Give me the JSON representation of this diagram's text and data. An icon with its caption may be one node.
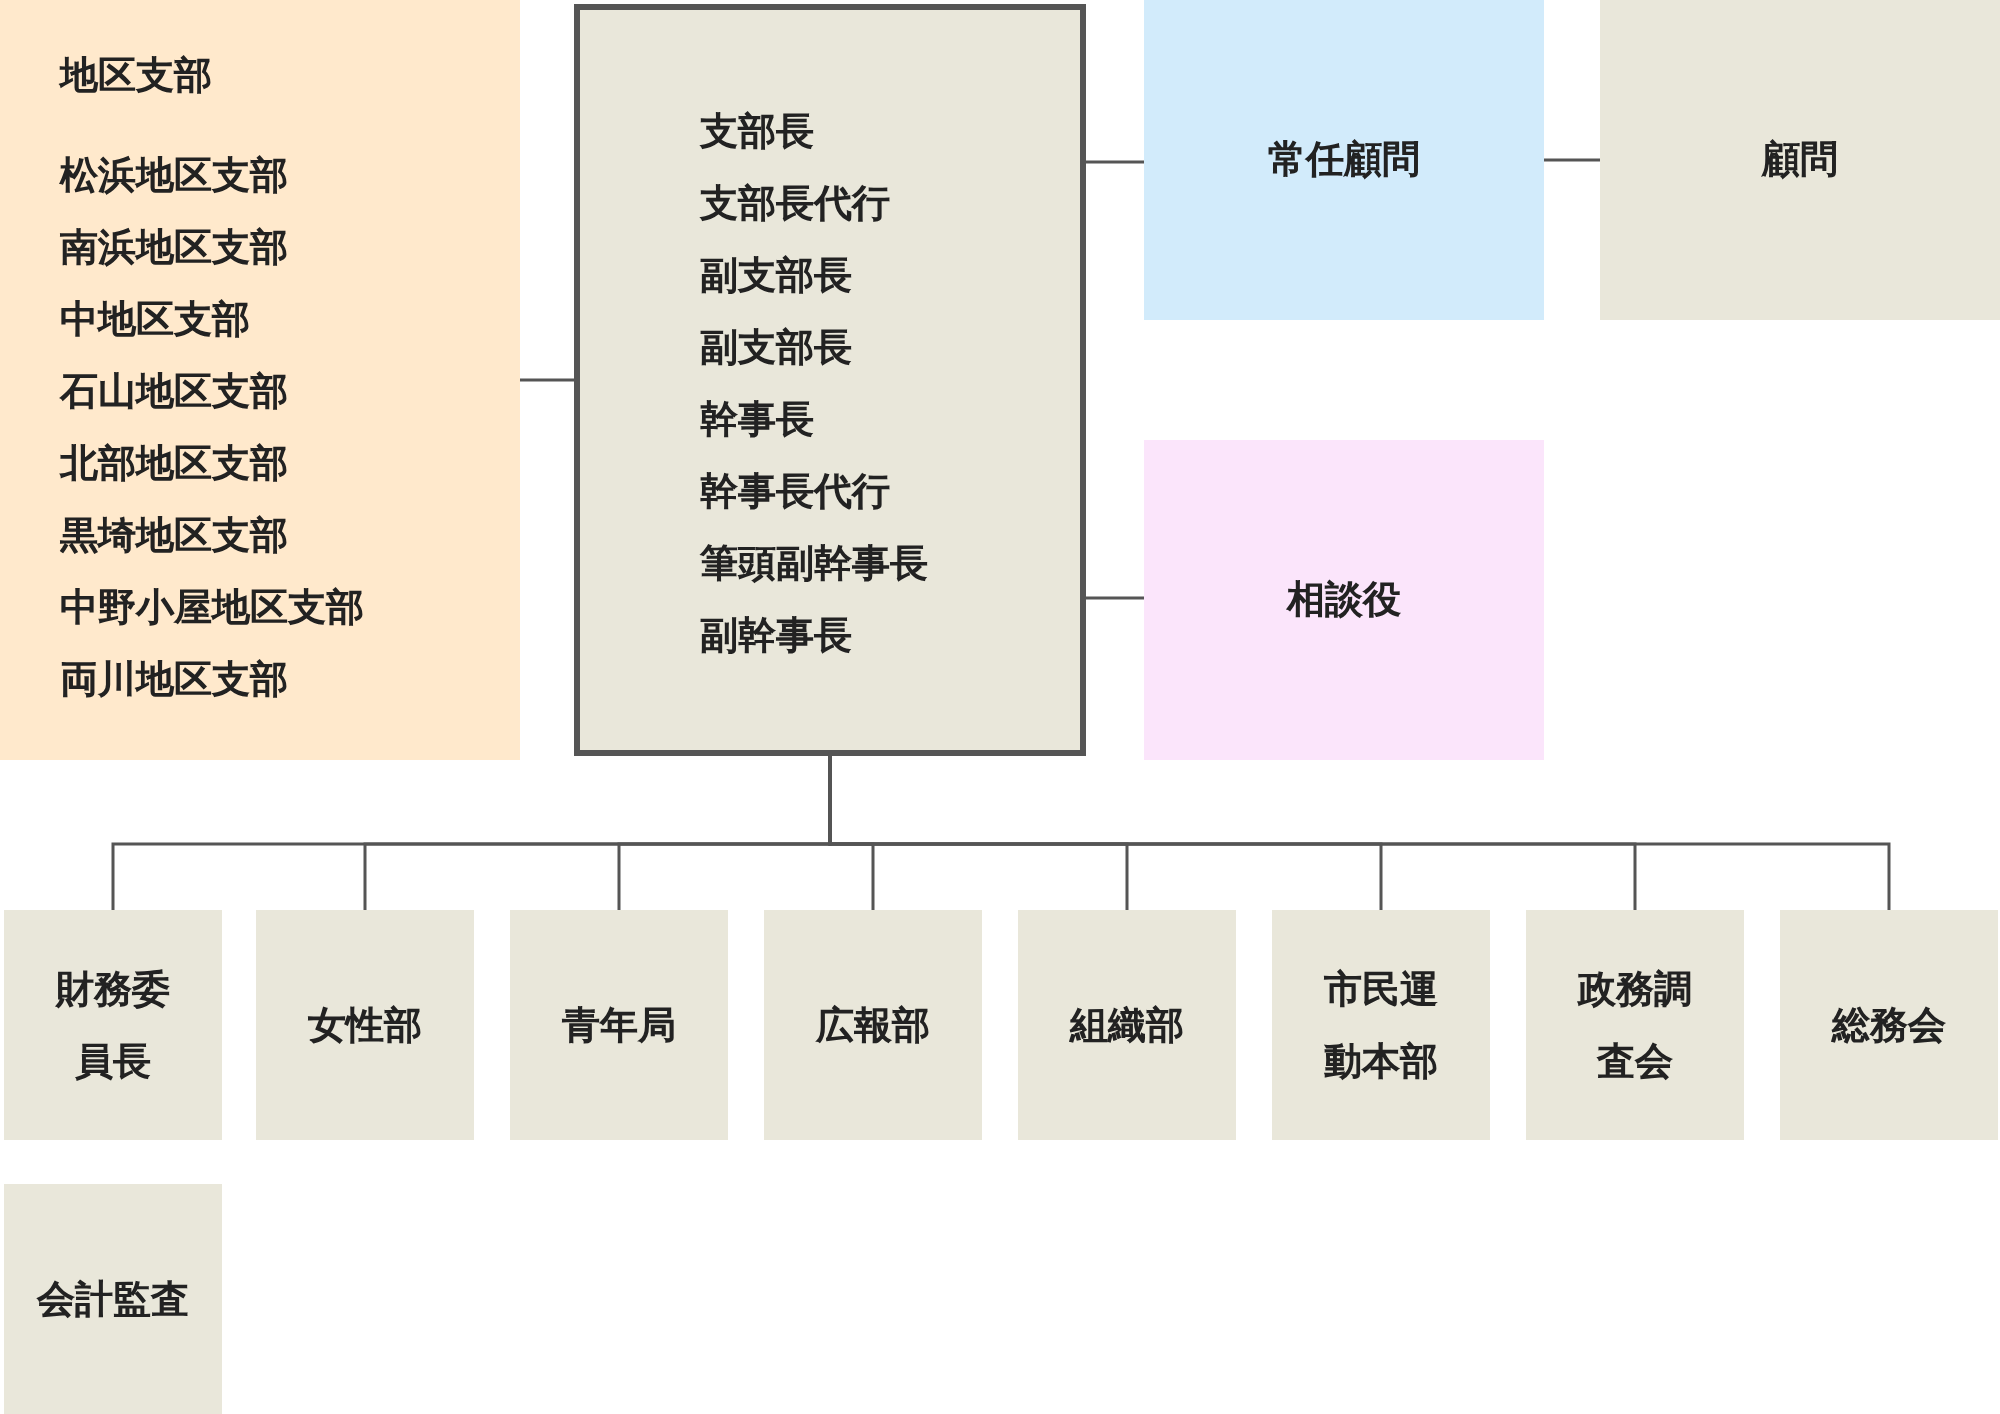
{
  "diagram": {
    "nodes": [
      {
        "text": [
          "地区支部",
          "松浜地区支部",
          "南浜地区支部",
          "中地区支部",
          "石山地区支部",
          "北部地区支部",
          "黒埼地区支部",
          "中野小屋地区支部",
          "両川地区支部"
        ]
      },
      {
        "text": [
          "支部長",
          "支部長代行",
          "副支部長",
          "副支部長",
          "幹事長",
          "幹事長代行",
          "筆頭副幹事長",
          "副幹事長"
        ]
      },
      {
        "text": [
          "常任顧問"
        ]
      },
      {
        "text": [
          "顧問"
        ]
      },
      {
        "text": [
          "相談役"
        ]
      },
      {
        "text": [
          "財務委員長"
        ]
      },
      {
        "text": [
          "女性部"
        ]
      },
      {
        "text": [
          "青年局"
        ]
      },
      {
        "text": [
          "広報部"
        ]
      },
      {
        "text": [
          "組織部"
        ]
      },
      {
        "text": [
          "市民運動本部"
        ]
      },
      {
        "text": [
          "政務調査会"
        ]
      },
      {
        "text": [
          "総務会"
        ]
      },
      {
        "text": [
          "会計監査"
        ]
      }
    ],
    "edges": [
      {
        "from": 0,
        "to": 1,
        "arrow": "none"
      },
      {
        "from": 1,
        "to": 2,
        "arrow": "none"
      },
      {
        "from": 2,
        "to": 3,
        "arrow": "none"
      },
      {
        "from": 1,
        "to": 4,
        "arrow": "none"
      },
      {
        "from": 1,
        "to": 5,
        "arrow": "none"
      },
      {
        "from": 1,
        "to": 6,
        "arrow": "none"
      },
      {
        "from": 1,
        "to": 7,
        "arrow": "none"
      },
      {
        "from": 1,
        "to": 8,
        "arrow": "none"
      },
      {
        "from": 1,
        "to": 9,
        "arrow": "none"
      },
      {
        "from": 1,
        "to": 10,
        "arrow": "none"
      },
      {
        "from": 1,
        "to": 11,
        "arrow": "none"
      },
      {
        "from": 1,
        "to": 12,
        "arrow": "none"
      }
    ]
  }
}
